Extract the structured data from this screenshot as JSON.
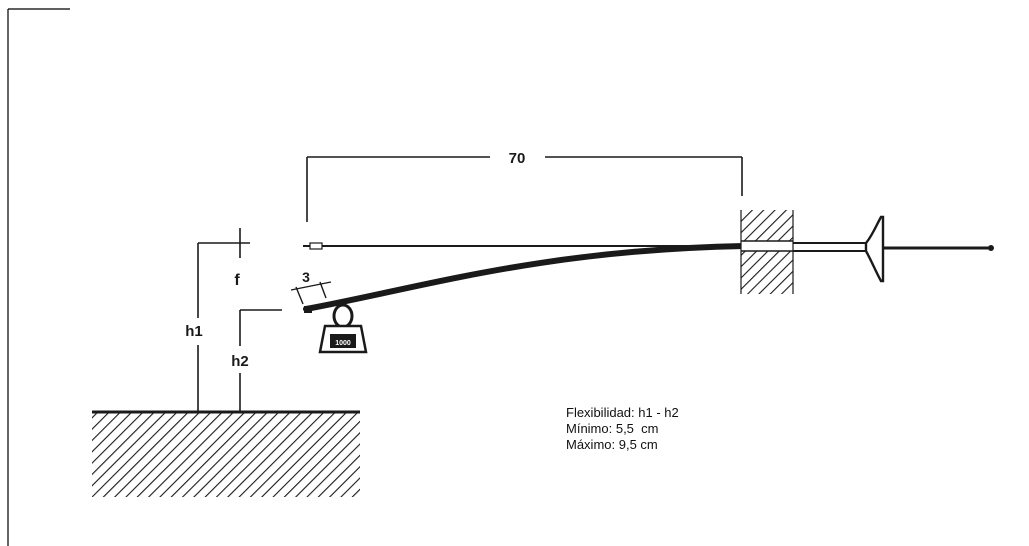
{
  "diagram": {
    "dimension_length": "70",
    "dimension_tip": "3",
    "label_f": "f",
    "label_h1": "h1",
    "label_h2": "h2",
    "weight_text": "1000"
  },
  "notes": {
    "line1": "Flexibilidad: h1 - h2",
    "line2": "Mínimo: 5,5  cm",
    "line3": "Máximo: 9,5 cm"
  },
  "colors": {
    "ink": "#1a1a1a",
    "background": "#ffffff"
  }
}
